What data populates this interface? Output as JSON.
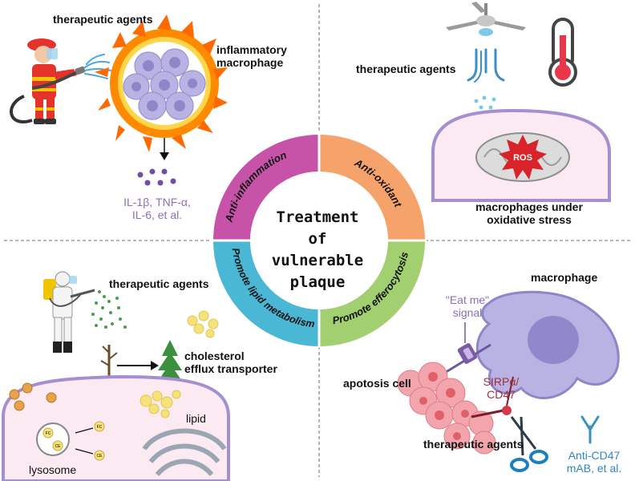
{
  "center": {
    "line1": "Treatment of",
    "line2": "vulnerable",
    "line3": "plaque"
  },
  "ring": {
    "segments": [
      {
        "label": "Anti-inflammation",
        "color": "#c653a8"
      },
      {
        "label": "Anti-oxidant",
        "color": "#f5a26b"
      },
      {
        "label": "Promote efferocytosis",
        "color": "#a2cf6f"
      },
      {
        "label": "Promote lipid metabolism",
        "color": "#4ab7d4"
      }
    ]
  },
  "top_left": {
    "therapeutic": "therapeutic agents",
    "macrophage_line1": "inflammatory",
    "macrophage_line2": "macrophage",
    "cytokines_line1": "IL-1β, TNF-α,",
    "cytokines_line2": "IL-6, et al."
  },
  "top_right": {
    "therapeutic": "therapeutic agents",
    "ros": "ROS",
    "caption_line1": "macrophages under",
    "caption_line2": "oxidative stress"
  },
  "bottom_left": {
    "therapeutic": "therapeutic agents",
    "transporter_line1": "cholesterol",
    "transporter_line2": "efflux transporter",
    "lipid": "lipid",
    "lysosome": "lysosome",
    "fc": "FC",
    "ce": "CE"
  },
  "bottom_right": {
    "macrophage": "macrophage",
    "eat_me_line1": "\"Eat me\"",
    "eat_me_line2": "signal",
    "apoptosis": "apotosis cell",
    "sirpa_line1": "SIRPα/",
    "sirpa_line2": "CD47",
    "therapeutic": "therapeutic agents",
    "anti_line1": "Anti-CD47",
    "anti_line2": "mAB, et al."
  }
}
